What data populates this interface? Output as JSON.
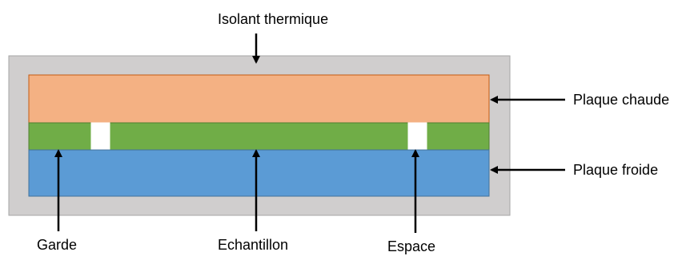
{
  "labels": {
    "insulation": "Isolant thermique",
    "hot_plate": "Plaque chaude",
    "cold_plate": "Plaque froide",
    "guard": "Garde",
    "sample": "Echantillon",
    "gap": "Espace"
  },
  "colors": {
    "insulation_fill": "#d0cece",
    "insulation_stroke": "#a6a6a6",
    "hot_plate_fill": "#f4b183",
    "hot_plate_stroke": "#c55a11",
    "sample_fill": "#70ad47",
    "sample_stroke": "#507e32",
    "cold_plate_fill": "#5b9bd5",
    "cold_plate_stroke": "#41719c",
    "gap_fill": "#ffffff",
    "arrow": "#000000"
  }
}
